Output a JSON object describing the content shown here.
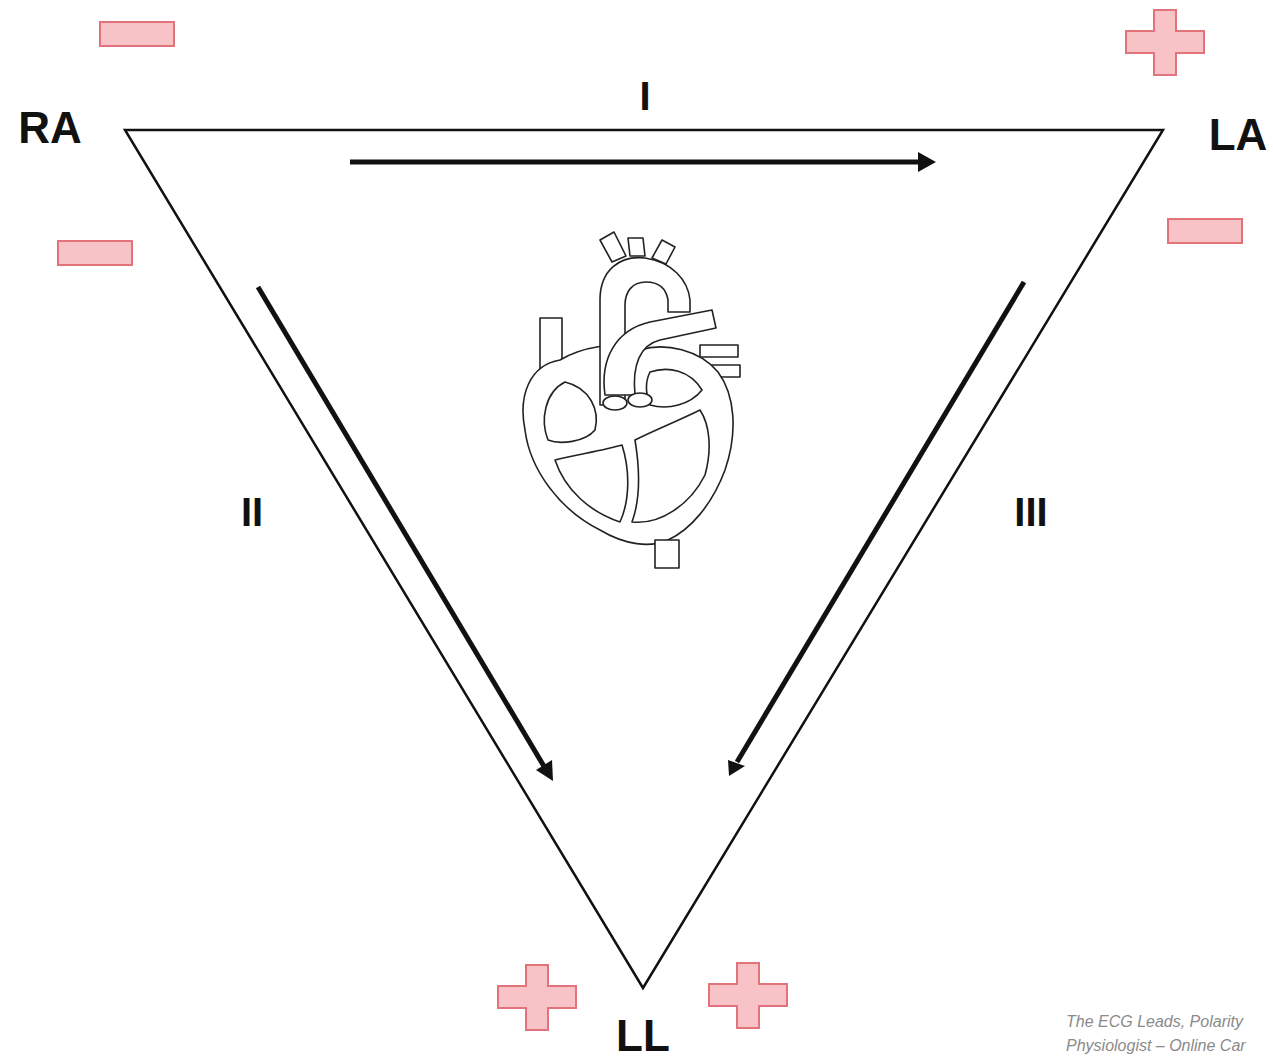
{
  "diagram": {
    "labels": [
      "RA",
      "LA",
      "LL",
      "I",
      "II",
      "III",
      "The ECG Leads, Polarity",
      "Physiologist – Online Car"
    ]
  }
}
